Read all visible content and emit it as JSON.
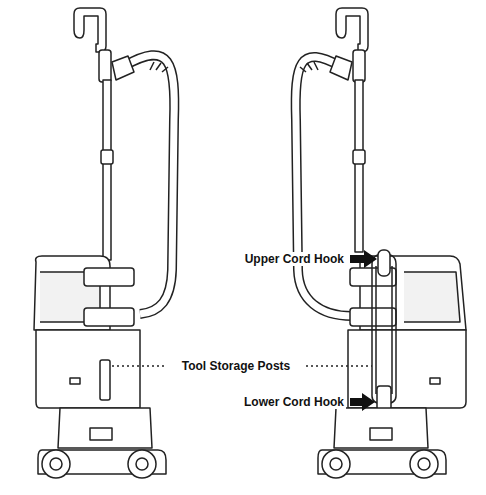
{
  "diagram": {
    "labels": [
      "Upper Cord Hook",
      "Tool Storage Posts",
      "Lower Cord Hook"
    ]
  }
}
